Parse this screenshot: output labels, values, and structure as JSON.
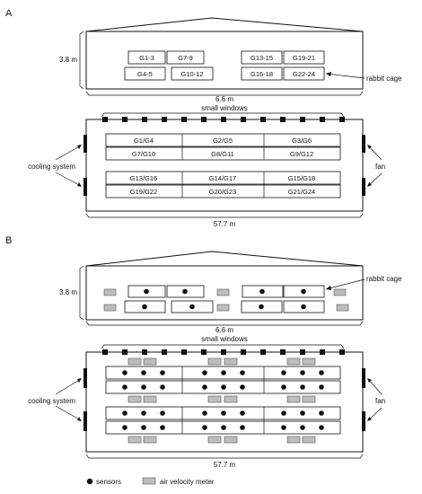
{
  "panel_a": {
    "label": "A",
    "height_label": "3.8 m",
    "width_label": "6.6 m",
    "length_label": "57.7 m",
    "windows_label": "small windows",
    "cooling_label": "cooling system",
    "fan_label": "fan",
    "cage_label": "rabbit cage",
    "cross_section_cages": [
      "G1-3",
      "G7-9",
      "G4-5",
      "G10-12",
      "G13-15",
      "G19-21",
      "G16-18",
      "G22-24"
    ],
    "plan_rows": [
      [
        "G1/G4",
        "G2/G5",
        "G3/G6"
      ],
      [
        "G7/G10",
        "G8/G11",
        "G9/G12"
      ],
      [
        "G13/G16",
        "G14/G17",
        "G15/G18"
      ],
      [
        "G19/G22",
        "G20/G23",
        "G21/G24"
      ]
    ]
  },
  "panel_b": {
    "label": "B",
    "height_label": "3.8 m",
    "width_label": "6.6 m",
    "length_label": "57.7 m",
    "windows_label": "small windows",
    "cooling_label": "cooling system",
    "fan_label": "fan",
    "cage_label": "rabbit cage"
  },
  "legend": {
    "sensors_label": "sensors",
    "meter_label": "air velocity meter"
  }
}
